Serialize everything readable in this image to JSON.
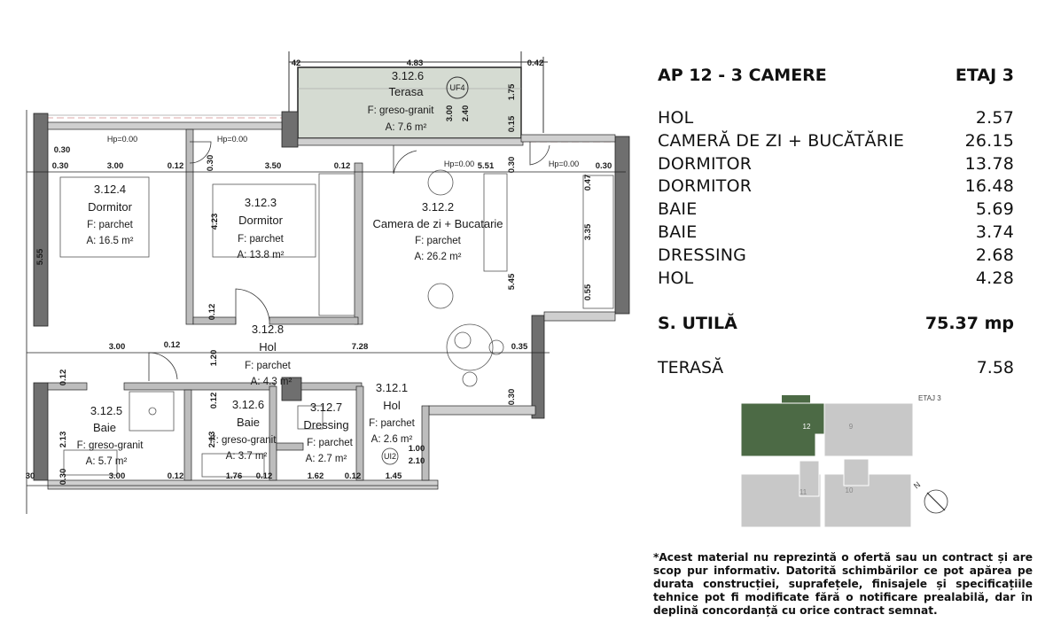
{
  "header": {
    "apartment": "AP 12 - 3 CAMERE",
    "floor": "ETAJ 3"
  },
  "areas": [
    {
      "name": "HOL",
      "value": "2.57"
    },
    {
      "name": "CAMERĂ DE ZI + BUCĂTĂRIE",
      "value": "26.15"
    },
    {
      "name": "DORMITOR",
      "value": "13.78"
    },
    {
      "name": "DORMITOR",
      "value": "16.48"
    },
    {
      "name": "BAIE",
      "value": "5.69"
    },
    {
      "name": "BAIE",
      "value": "3.74"
    },
    {
      "name": "DRESSING",
      "value": "2.68"
    },
    {
      "name": "HOL",
      "value": "4.28"
    }
  ],
  "total": {
    "label": "S. UTILĂ",
    "value": "75.37 mp"
  },
  "terrace": {
    "label": "TERASĂ",
    "value": "7.58"
  },
  "disclaimer": "*Acest material nu reprezintă o ofertă sau un contract și are scop pur informativ. Datorită schimbărilor ce pot apărea pe durata construcției, suprafețele, finisajele și specificațiile tehnice pot fi modificate fără o notificare prealabilă, dar în deplină concordanță cu orice contract semnat.",
  "keyplan": {
    "floor_label": "ETAJ 3",
    "units": [
      "12",
      "9",
      "11",
      "10"
    ],
    "north": "N"
  },
  "rooms": {
    "terasa": {
      "code": "3.12.6",
      "name": "Terasa",
      "finish": "F: greso-granit",
      "area": "A: 7.6 m²",
      "tag": "UF4"
    },
    "dorm1": {
      "code": "3.12.4",
      "name": "Dormitor",
      "finish": "F: parchet",
      "area": "A: 16.5 m²"
    },
    "dorm2": {
      "code": "3.12.3",
      "name": "Dormitor",
      "finish": "F: parchet",
      "area": "A: 13.8 m²"
    },
    "living": {
      "code": "3.12.2",
      "name": "Camera de zi + Bucatarie",
      "finish": "F: parchet",
      "area": "A: 26.2 m²"
    },
    "hol": {
      "code": "3.12.8",
      "name": "Hol",
      "finish": "F: parchet",
      "area": "A: 4.3 m²"
    },
    "baie1": {
      "code": "3.12.5",
      "name": "Baie",
      "finish": "F: greso-granit",
      "area": "A: 5.7 m²"
    },
    "baie2": {
      "code": "3.12.6",
      "name": "Baie",
      "finish": "F: greso-granit",
      "area": "A: 3.7 m²"
    },
    "dressing": {
      "code": "3.12.7",
      "name": "Dressing",
      "finish": "F: parchet",
      "area": "A: 2.7 m²"
    },
    "hol2": {
      "code": "3.12.1",
      "name": "Hol",
      "finish": "F: parchet",
      "area": "A: 2.6 m²",
      "door": "UI2"
    }
  },
  "hp_labels": [
    "Hp=0.00",
    "Hp=0.00",
    "Hp=0.00",
    "Hp=0.00"
  ],
  "dimensions": [
    "42",
    "4.83",
    "0.42",
    "1.75",
    "0.15",
    "3.00",
    "2.40",
    "0.30",
    "0.30",
    "3.00",
    "0.12",
    "0.30",
    "3.50",
    "0.12",
    "5.51",
    "0.30",
    "0.30",
    "0.47",
    "3.35",
    "0.55",
    "4.23",
    "5.55",
    "5.45",
    "0.12",
    "3.00",
    "0.12",
    "7.28",
    "0.35",
    "1.20",
    "0.12",
    "2.13",
    "0.12",
    "2.13",
    "0.30",
    "1.00",
    "2.10",
    "30",
    "0.30",
    "3.00",
    "0.12",
    "1.76",
    "0.12",
    "1.62",
    "0.12",
    "1.45"
  ]
}
